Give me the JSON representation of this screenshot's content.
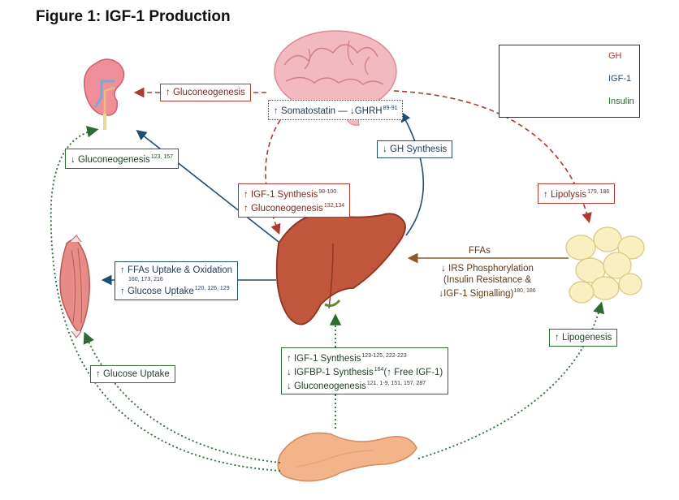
{
  "title": "Figure 1: IGF-1 Production",
  "legend": {
    "gh": "GH",
    "igf1": "IGF-1",
    "insulin": "Insulin"
  },
  "colors": {
    "gh": "#b03a2e",
    "igf1": "#1f4e73",
    "insulin": "#2d6a34",
    "ffa": "#8a5a2b"
  },
  "boxes": {
    "kidney_gluconeogenesis_up": {
      "text": "↑ Gluconeogenesis"
    },
    "somatostatin": {
      "text": "↑ Somatostatin — ↓GHRH",
      "ref": "89-91"
    },
    "kidney_gluconeogenesis_down": {
      "text": "↓ Gluconeogenesis",
      "ref": "123, 157"
    },
    "gh_synthesis": {
      "text": "↓ GH Synthesis"
    },
    "igf1_liver_line1": {
      "text": "↑ IGF-1 Synthesis",
      "ref": "98-100"
    },
    "igf1_liver_line2": {
      "text": "↑ Gluconeogenesis",
      "ref": "132,134"
    },
    "lipolysis": {
      "text": "↑ Lipolysis",
      "ref": "179, 186"
    },
    "muscle_line1": {
      "text": "↑ FFAs Uptake & Oxidation"
    },
    "muscle_line1_ref": {
      "text": "160, 173, 216"
    },
    "muscle_line2": {
      "text": "↑ Glucose Uptake",
      "ref": "120, 126, 129"
    },
    "lipogenesis": {
      "text": "↑ Lipogenesis"
    },
    "glucose_uptake": {
      "text": "↑ Glucose Uptake"
    },
    "pancreas_line1": {
      "text": "↑ IGF-1 Synthesis",
      "ref": "123-125, 222-223"
    },
    "pancreas_line2": {
      "text": "↓ IGFBP-1 Synthesis",
      "ref": "164",
      "tail": "(↑ Free IGF-1)"
    },
    "pancreas_line3": {
      "text": "↓ Gluconeogenesis",
      "ref": "121, 1-9, 151, 157, 287"
    }
  },
  "adipose_labels": {
    "ffas": "FFAs",
    "line1": "↓ IRS Phosphorylation",
    "line2": "(Insulin Resistance &",
    "line3": "↓IGF-1 Signalling)",
    "line3_ref": "180, 186"
  },
  "icons": [
    "brain-icon",
    "kidney-icon",
    "liver-icon",
    "muscle-icon",
    "adipose-icon",
    "pancreas-icon"
  ]
}
